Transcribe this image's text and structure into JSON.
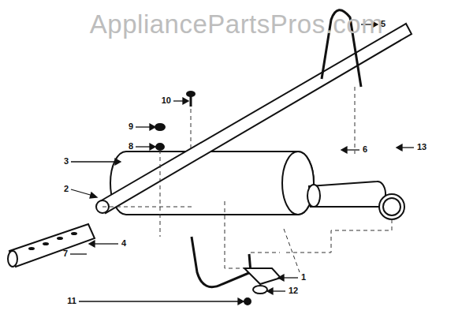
{
  "diagram": {
    "labels": [
      "AppliancePartsPros.com",
      "5",
      "10",
      "9",
      "8",
      "3",
      "2",
      "4",
      "6",
      "13",
      "7",
      "11",
      "12",
      "1"
    ]
  }
}
